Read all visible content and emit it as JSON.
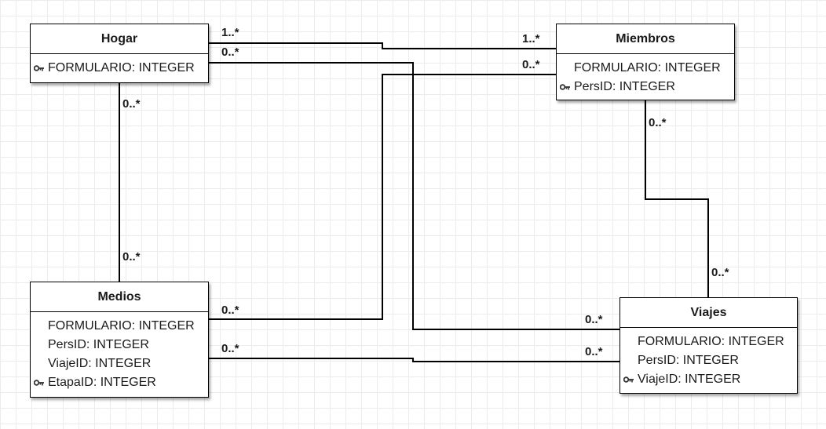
{
  "entities": {
    "hogar": {
      "name": "Hogar",
      "attributes": [
        {
          "text": "FORMULARIO: INTEGER",
          "key": true
        }
      ]
    },
    "miembros": {
      "name": "Miembros",
      "attributes": [
        {
          "text": "FORMULARIO: INTEGER",
          "key": false
        },
        {
          "text": "PersID: INTEGER",
          "key": true
        }
      ]
    },
    "medios": {
      "name": "Medios",
      "attributes": [
        {
          "text": "FORMULARIO: INTEGER",
          "key": false
        },
        {
          "text": "PersID: INTEGER",
          "key": false
        },
        {
          "text": "ViajeID: INTEGER",
          "key": false
        },
        {
          "text": "EtapaID: INTEGER",
          "key": true
        }
      ]
    },
    "viajes": {
      "name": "Viajes",
      "attributes": [
        {
          "text": "FORMULARIO: INTEGER",
          "key": false
        },
        {
          "text": "PersID: INTEGER",
          "key": false
        },
        {
          "text": "ViajeID: INTEGER",
          "key": true
        }
      ]
    }
  },
  "multiplicities": {
    "hogar_miembros_hogar_end": "1..*",
    "hogar_miembros_miembros_end": "1..*",
    "hogar_viajes_hogar_end": "0..*",
    "hogar_viajes_viajes_end": "0..*",
    "hogar_medios_hogar_end": "0..*",
    "hogar_medios_medios_end": "0..*",
    "miembros_medios_miembros_end": "0..*",
    "miembros_medios_medios_end": "0..*",
    "miembros_viajes_miembros_end": "0..*",
    "miembros_viajes_viajes_end": "0..*",
    "medios_viajes_medios_end": "0..*",
    "medios_viajes_viajes_end": "0..*"
  },
  "style": {
    "line_color": "#000000",
    "grid_color": "#ececec",
    "key_icon": "key-icon"
  }
}
